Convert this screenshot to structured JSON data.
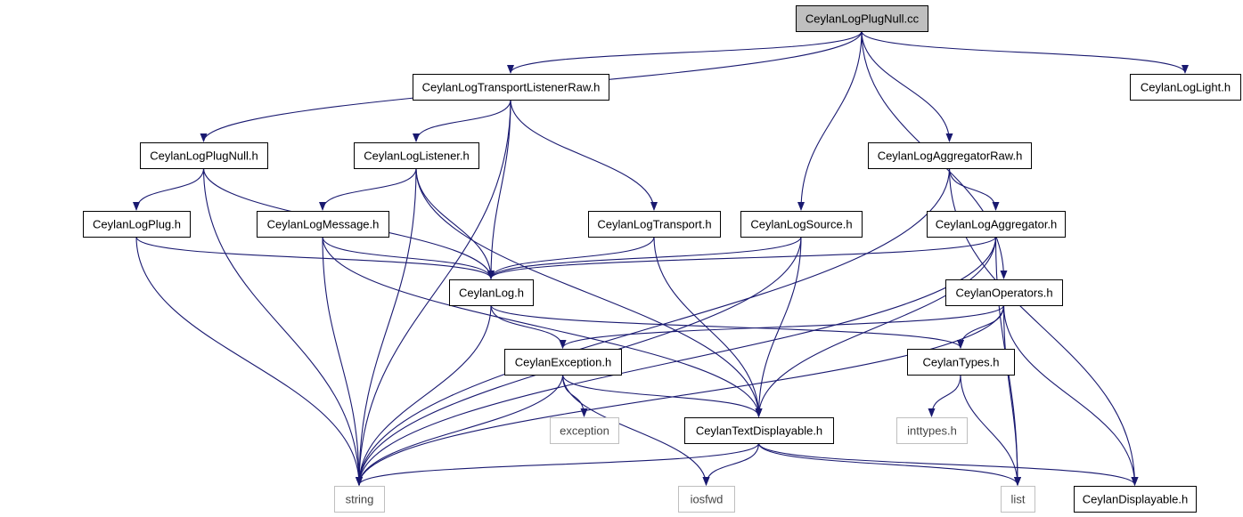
{
  "colors": {
    "edge": "#191970",
    "root_fill": "#bfbfbf",
    "header_stroke": "#000000",
    "system_stroke": "#bfbfbf",
    "fill": "#ffffff"
  },
  "graph": {
    "root": "CeylanLogPlugNull.cc",
    "nodes": [
      {
        "id": "cc",
        "label": "CeylanLogPlugNull.cc",
        "kind": "root"
      },
      {
        "id": "tlr",
        "label": "CeylanLogTransportListenerRaw.h",
        "kind": "header"
      },
      {
        "id": "light",
        "label": "CeylanLogLight.h",
        "kind": "header"
      },
      {
        "id": "plugnull",
        "label": "CeylanLogPlugNull.h",
        "kind": "header"
      },
      {
        "id": "listener",
        "label": "CeylanLogListener.h",
        "kind": "header"
      },
      {
        "id": "aggraw",
        "label": "CeylanLogAggregatorRaw.h",
        "kind": "header"
      },
      {
        "id": "plug",
        "label": "CeylanLogPlug.h",
        "kind": "header"
      },
      {
        "id": "message",
        "label": "CeylanLogMessage.h",
        "kind": "header"
      },
      {
        "id": "transport",
        "label": "CeylanLogTransport.h",
        "kind": "header"
      },
      {
        "id": "source",
        "label": "CeylanLogSource.h",
        "kind": "header"
      },
      {
        "id": "agg",
        "label": "CeylanLogAggregator.h",
        "kind": "header"
      },
      {
        "id": "log",
        "label": "CeylanLog.h",
        "kind": "header"
      },
      {
        "id": "ops",
        "label": "CeylanOperators.h",
        "kind": "header"
      },
      {
        "id": "exc",
        "label": "CeylanException.h",
        "kind": "header"
      },
      {
        "id": "types",
        "label": "CeylanTypes.h",
        "kind": "header"
      },
      {
        "id": "exception",
        "label": "exception",
        "kind": "system"
      },
      {
        "id": "textdisp",
        "label": "CeylanTextDisplayable.h",
        "kind": "header"
      },
      {
        "id": "inttypes",
        "label": "inttypes.h",
        "kind": "system"
      },
      {
        "id": "string",
        "label": "string",
        "kind": "system"
      },
      {
        "id": "iosfwd",
        "label": "iosfwd",
        "kind": "system"
      },
      {
        "id": "list",
        "label": "list",
        "kind": "system"
      },
      {
        "id": "disp",
        "label": "CeylanDisplayable.h",
        "kind": "header"
      }
    ],
    "edges": [
      [
        "cc",
        "tlr"
      ],
      [
        "cc",
        "light"
      ],
      [
        "cc",
        "plugnull"
      ],
      [
        "cc",
        "source"
      ],
      [
        "cc",
        "aggraw"
      ],
      [
        "cc",
        "ops"
      ],
      [
        "tlr",
        "listener"
      ],
      [
        "tlr",
        "log"
      ],
      [
        "tlr",
        "transport"
      ],
      [
        "tlr",
        "string"
      ],
      [
        "plugnull",
        "plug"
      ],
      [
        "plugnull",
        "log"
      ],
      [
        "plugnull",
        "string"
      ],
      [
        "listener",
        "message"
      ],
      [
        "listener",
        "log"
      ],
      [
        "listener",
        "textdisp"
      ],
      [
        "listener",
        "string"
      ],
      [
        "aggraw",
        "agg"
      ],
      [
        "aggraw",
        "disp"
      ],
      [
        "aggraw",
        "string"
      ],
      [
        "plug",
        "log"
      ],
      [
        "plug",
        "string"
      ],
      [
        "message",
        "log"
      ],
      [
        "message",
        "textdisp"
      ],
      [
        "message",
        "string"
      ],
      [
        "transport",
        "log"
      ],
      [
        "transport",
        "textdisp"
      ],
      [
        "source",
        "log"
      ],
      [
        "source",
        "textdisp"
      ],
      [
        "source",
        "string"
      ],
      [
        "agg",
        "log"
      ],
      [
        "agg",
        "textdisp"
      ],
      [
        "agg",
        "list"
      ],
      [
        "agg",
        "string"
      ],
      [
        "log",
        "exc"
      ],
      [
        "log",
        "types"
      ],
      [
        "log",
        "string"
      ],
      [
        "ops",
        "exc"
      ],
      [
        "ops",
        "types"
      ],
      [
        "ops",
        "string"
      ],
      [
        "ops",
        "list"
      ],
      [
        "ops",
        "disp"
      ],
      [
        "exc",
        "exception"
      ],
      [
        "exc",
        "textdisp"
      ],
      [
        "exc",
        "iosfwd"
      ],
      [
        "exc",
        "string"
      ],
      [
        "types",
        "inttypes"
      ],
      [
        "types",
        "list"
      ],
      [
        "textdisp",
        "iosfwd"
      ],
      [
        "textdisp",
        "string"
      ],
      [
        "textdisp",
        "list"
      ],
      [
        "textdisp",
        "disp"
      ]
    ]
  }
}
